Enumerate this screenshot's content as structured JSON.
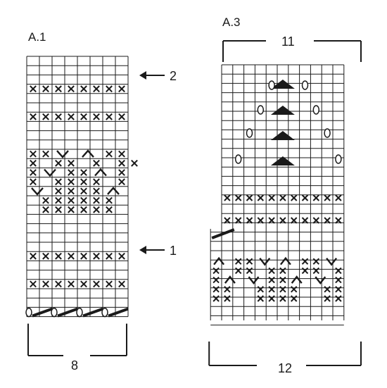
{
  "charts": [
    {
      "title": "A.1",
      "columns": 8,
      "rows": 28,
      "width_label": "8",
      "row_markers": [
        {
          "label": "2",
          "row": 1
        },
        {
          "label": "1",
          "row": 20
        }
      ],
      "symbols": [
        {
          "row": 3,
          "cells": [
            "x",
            "x",
            "x",
            "x",
            "x",
            "x",
            "x",
            "x"
          ]
        },
        {
          "row": 6,
          "cells": [
            "x",
            "x",
            "x",
            "x",
            "x",
            "x",
            "x",
            "x"
          ]
        },
        {
          "row": 10,
          "cells": [
            "x",
            "x",
            "v",
            "",
            "^",
            "",
            "x",
            "x"
          ]
        },
        {
          "row": 11,
          "cells": [
            "x",
            "",
            "x",
            "x",
            "",
            "x",
            "",
            "x",
            "x"
          ]
        },
        {
          "row": 12,
          "cells": [
            "x",
            "v",
            "",
            "x",
            "x",
            "^",
            "",
            "x"
          ]
        },
        {
          "row": 13,
          "cells": [
            "x",
            "",
            "x",
            "x",
            "x",
            "x",
            "",
            "x"
          ]
        },
        {
          "row": 14,
          "cells": [
            "v",
            "",
            "x",
            "x",
            "x",
            "x",
            "^",
            ""
          ]
        },
        {
          "row": 15,
          "cells": [
            "",
            "x",
            "x",
            "x",
            "x",
            "x",
            "x",
            ""
          ]
        },
        {
          "row": 16,
          "cells": [
            "",
            "x",
            "x",
            "x",
            "x",
            "x",
            "x",
            ""
          ]
        },
        {
          "row": 21,
          "cells": [
            "x",
            "x",
            "x",
            "x",
            "x",
            "x",
            "x",
            "x"
          ]
        },
        {
          "row": 24,
          "cells": [
            "x",
            "x",
            "x",
            "x",
            "x",
            "x",
            "x",
            "x"
          ]
        }
      ],
      "cast_on": "yarn-over-and-slash"
    },
    {
      "title": "A.3",
      "width_top_label": "11",
      "width_bottom_label": "12",
      "symbols_top": [
        "o",
        "triangle",
        "o"
      ],
      "symbols_x_rows": 2
    }
  ]
}
